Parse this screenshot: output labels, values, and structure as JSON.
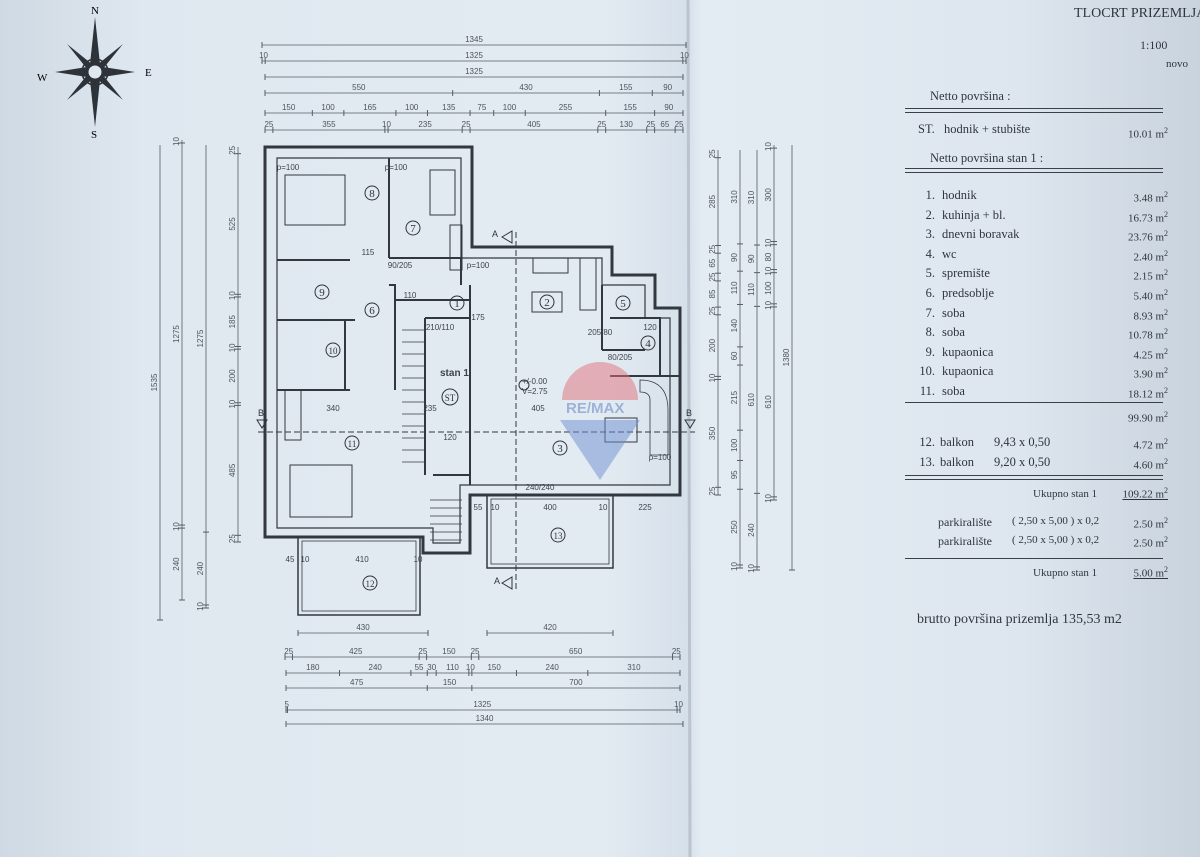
{
  "title": "TLOCRT PRIZEMLJA",
  "scale": "1:100",
  "status": "novo",
  "compass": {
    "n": "N",
    "s": "S",
    "e": "E",
    "w": "W"
  },
  "watermark": "RE/MAX",
  "area_table": {
    "netto_heading": "Netto površina :",
    "st_row": {
      "code": "ST.",
      "name": "hodnik + stubište",
      "value": "10.01 m",
      "unit_sup": "2"
    },
    "stan_heading": "Netto površina stan  1 :",
    "rooms": [
      {
        "no": "1.",
        "name": "hodnik",
        "value": "3.48 m"
      },
      {
        "no": "2.",
        "name": "kuhinja + bl.",
        "value": "16.73 m"
      },
      {
        "no": "3.",
        "name": "dnevni boravak",
        "value": "23.76 m"
      },
      {
        "no": "4.",
        "name": "wc",
        "value": "2.40 m"
      },
      {
        "no": "5.",
        "name": "spremište",
        "value": "2.15 m"
      },
      {
        "no": "6.",
        "name": "predsoblje",
        "value": "5.40 m"
      },
      {
        "no": "7.",
        "name": "soba",
        "value": "8.93 m"
      },
      {
        "no": "8.",
        "name": "soba",
        "value": "10.78 m"
      },
      {
        "no": "9.",
        "name": "kupaonica",
        "value": "4.25 m"
      },
      {
        "no": "10.",
        "name": "kupaonica",
        "value": "3.90 m"
      },
      {
        "no": "11.",
        "name": "soba",
        "value": "18.12 m"
      }
    ],
    "subtotal": "99.90 m",
    "balconies": [
      {
        "no": "12.",
        "name": "balkon",
        "dims": "9,43 x 0,50",
        "value": "4.72 m"
      },
      {
        "no": "13.",
        "name": "balkon",
        "dims": "9,20 x 0,50",
        "value": "4.60 m"
      }
    ],
    "total_label": "Ukupno stan 1",
    "total_value": "109.22 m",
    "parking": [
      {
        "name": "parkiralište",
        "formula": "( 2,50 x 5,00 ) x 0,2",
        "value": "2.50 m"
      },
      {
        "name": "parkiralište",
        "formula": "( 2,50 x 5,00 ) x 0,2",
        "value": "2.50 m"
      }
    ],
    "parking_total_label": "Ukupno stan 1",
    "parking_total_value": "5.00 m",
    "unit_sup": "2",
    "brutto": "brutto površina prizemlja  135,53 m2"
  },
  "plan": {
    "room_numbers": [
      "1",
      "2",
      "3",
      "4",
      "5",
      "6",
      "7",
      "8",
      "9",
      "10",
      "11",
      "12",
      "13"
    ],
    "stair_label": "ST",
    "unit_label": "stan 1",
    "level": "+/-0.00",
    "height": "V=2.75",
    "section_a": "A",
    "section_b": "B",
    "notes": [
      "p=100",
      "p=100",
      "p=100",
      "p=100",
      "340",
      "235",
      "405",
      "120",
      "115",
      "55",
      "10",
      "400",
      "10",
      "225",
      "45",
      "10",
      "410",
      "10",
      "175",
      "110",
      "90/205",
      "80/205",
      "205/80",
      "120",
      "210/110",
      "240/240"
    ]
  },
  "dimensions": {
    "top": [
      [
        1345
      ],
      [
        10,
        1325,
        10
      ],
      [
        1325
      ],
      [
        550,
        430,
        155,
        90
      ],
      [
        150,
        100,
        165,
        100,
        135,
        75,
        100,
        255,
        155,
        90
      ],
      [
        25,
        355,
        10,
        235,
        25,
        405,
        25,
        130,
        25,
        65,
        25
      ]
    ],
    "bottom_short": [
      [
        430
      ],
      [
        420
      ]
    ],
    "bottom": [
      [
        25,
        425,
        25,
        150,
        25,
        650,
        25
      ],
      [
        180,
        240,
        55,
        30,
        110,
        10,
        150,
        240,
        310
      ],
      [
        475,
        150,
        700
      ],
      [
        5,
        1325,
        10
      ],
      [
        1340
      ]
    ],
    "left": [
      [
        1535
      ],
      [
        10,
        1275,
        10,
        240
      ],
      [
        1275,
        240,
        10
      ],
      [
        25,
        525,
        10,
        185,
        10,
        200,
        10,
        485,
        25
      ]
    ],
    "right": [
      [
        25,
        285,
        25,
        65,
        25,
        85,
        25,
        200,
        10,
        350,
        25
      ],
      [
        310,
        90,
        110,
        140,
        60,
        215,
        100,
        95,
        250,
        10
      ],
      [
        310,
        90,
        110,
        610,
        240,
        10
      ],
      [
        10,
        300,
        10,
        80,
        10,
        100,
        10,
        610,
        10
      ],
      [
        1380
      ]
    ]
  }
}
